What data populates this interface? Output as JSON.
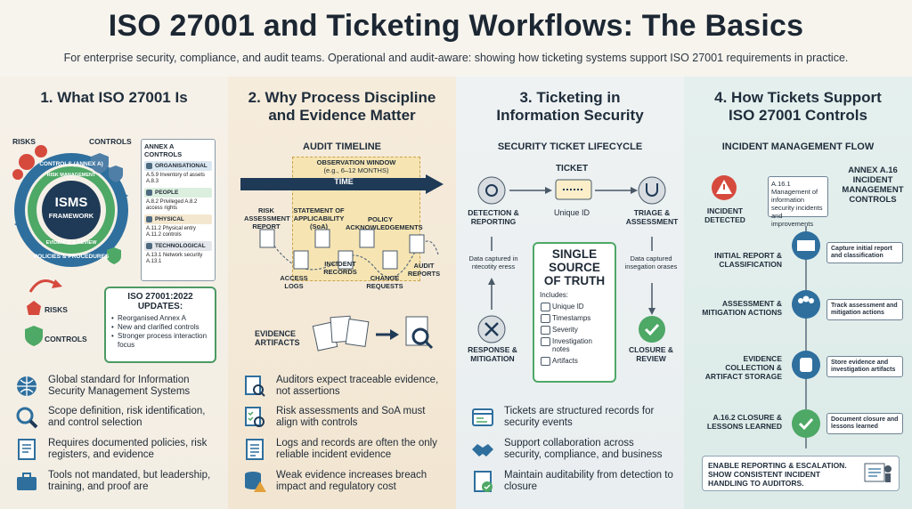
{
  "title": "ISO 27001 and Ticketing Workflows: The Basics",
  "subtitle": "For enterprise security, compliance, and audit teams. Operational and audit-aware: showing how ticketing systems support ISO 27001 requirements in practice.",
  "colors": {
    "green": "#4ea866",
    "blue": "#2e6f9e",
    "navy": "#1f3a56",
    "red": "#d64a3e"
  },
  "panel1": {
    "title_line1": "1. What ISO 27001 Is",
    "risks_label": "RISKS",
    "controls_label": "CONTROLS",
    "ring_top": "CONTROLS (ANNEX A)",
    "ring_middle": "RISK MANAGEMENT",
    "ring_bottom1": "EVIDENCE & REVIEW",
    "ring_bottom2": "POLICIES & PROCEDURES",
    "isms": "ISMS",
    "framework": "FRAMEWORK",
    "annex_heading": "ANNEX A CONTROLS",
    "annex": [
      {
        "cat": "ORGANISATIONAL",
        "item": "A.5.9 Inventory of assets A.8.3",
        "color": "#dbe7f1"
      },
      {
        "cat": "PEOPLE",
        "item": "A.8.2 Privileged A.8.2 access rights",
        "color": "#dcefdf"
      },
      {
        "cat": "PHYSICAL",
        "item": "A.11.2 Physical entry A.11.2 controls",
        "color": "#f3e7cf"
      },
      {
        "cat": "TECHNOLOGICAL",
        "item": "A.13.1 Network security A.13.1",
        "color": "#e3e6ea"
      }
    ],
    "risks2": "RISKS",
    "controls2": "CONTROLS",
    "updates_title": "ISO 27001:2022 UPDATES:",
    "updates": [
      "Reorganised Annex A",
      "New and clarified controls",
      "Stronger process interaction focus"
    ],
    "bullets": [
      "Global standard for Information Security Management Systems",
      "Scope definition, risk identification, and control selection",
      "Requires documented policies, risk registers, and evidence",
      "Tools not mandated, but leadership, training, and proof are"
    ]
  },
  "panel2": {
    "title_line1": "2. Why Process Discipline",
    "title_line2": "and Evidence Matter",
    "timeline_heading": "AUDIT TIMELINE",
    "obs_window": "OBSERVATION WINDOW",
    "obs_range": "(e.g., 6–12 MONTHS)",
    "time": "TIME",
    "docs_top": [
      "RISK ASSESSMENT REPORT",
      "STATEMENT OF APPLICABILITY (SoA)",
      "POLICY ACKNOWLEDGEMENTS"
    ],
    "docs_bottom": [
      "ACCESS LOGS",
      "INCIDENT RECORDS",
      "CHANGE REQUESTS",
      "AUDIT REPORTS"
    ],
    "evidence": "EVIDENCE ARTIFACTS",
    "bullets": [
      "Auditors expect traceable evidence, not assertions",
      "Risk assessments and SoA must align with controls",
      "Logs and records are often the only reliable incident evidence",
      "Weak evidence increases breach impact and regulatory cost"
    ]
  },
  "panel3": {
    "title_line1": "3. Ticketing in",
    "title_line2": "Information Security",
    "lifecycle_heading": "SECURITY TICKET LIFECYCLE",
    "ticket": "TICKET",
    "unique_id": "Unique ID",
    "detection": "DETECTION & REPORTING",
    "triage": "TRIAGE & ASSESSMENT",
    "response": "RESPONSE & MITIGATION",
    "closure": "CLOSURE & REVIEW",
    "data_left": "Data captured in ntecotity eress",
    "data_right": "Data captured insegation orases",
    "truth_title": "SINGLE SOURCE OF TRUTH",
    "includes": "Includes:",
    "truth_items": [
      "Unique ID",
      "Timestamps",
      "Severity",
      "Investigation notes",
      "Artifacts"
    ],
    "bullets": [
      "Tickets are structured records for security events",
      "Support collaboration across security, compliance, and business",
      "Maintain auditability from detection to closure"
    ]
  },
  "panel4": {
    "title_line1": "4. How Tickets Support",
    "title_line2": "ISO 27001 Controls",
    "flow_heading": "INCIDENT MANAGEMENT FLOW",
    "detected": "INCIDENT DETECTED",
    "a161": "A.16.1 Management of information security incidents and improvements",
    "annex_a16": "ANNEX A.16 INCIDENT MANAGEMENT CONTROLS",
    "steps": [
      {
        "label": "INITIAL REPORT & CLASSIFICATION",
        "note": "Capture initial report and classification"
      },
      {
        "label": "ASSESSMENT & MITIGATION ACTIONS",
        "note": "Track assessment and mitigation actions"
      },
      {
        "label": "EVIDENCE COLLECTION & ARTIFACT STORAGE",
        "note": "Store evidence and investigation artifacts"
      },
      {
        "label": "A.16.2 CLOSURE & LESSONS LEARNED",
        "note": "Document closure and lessons learned"
      }
    ],
    "banner": "ENABLE REPORTING & ESCALATION. SHOW CONSISTENT INCIDENT HANDLING TO AUDITORS."
  }
}
